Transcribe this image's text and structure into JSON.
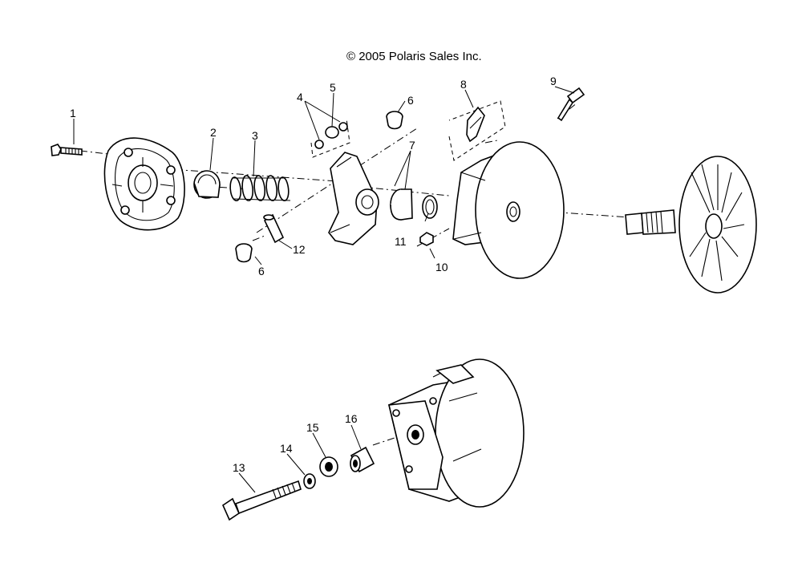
{
  "copyright": "© 2005 Polaris Sales Inc.",
  "callouts": [
    "1",
    "2",
    "3",
    "4",
    "5",
    "6",
    "7",
    "8",
    "9",
    "6",
    "10",
    "11",
    "12",
    "13",
    "14",
    "15",
    "16"
  ],
  "colors": {
    "ink": "#000000",
    "paper": "#ffffff"
  }
}
